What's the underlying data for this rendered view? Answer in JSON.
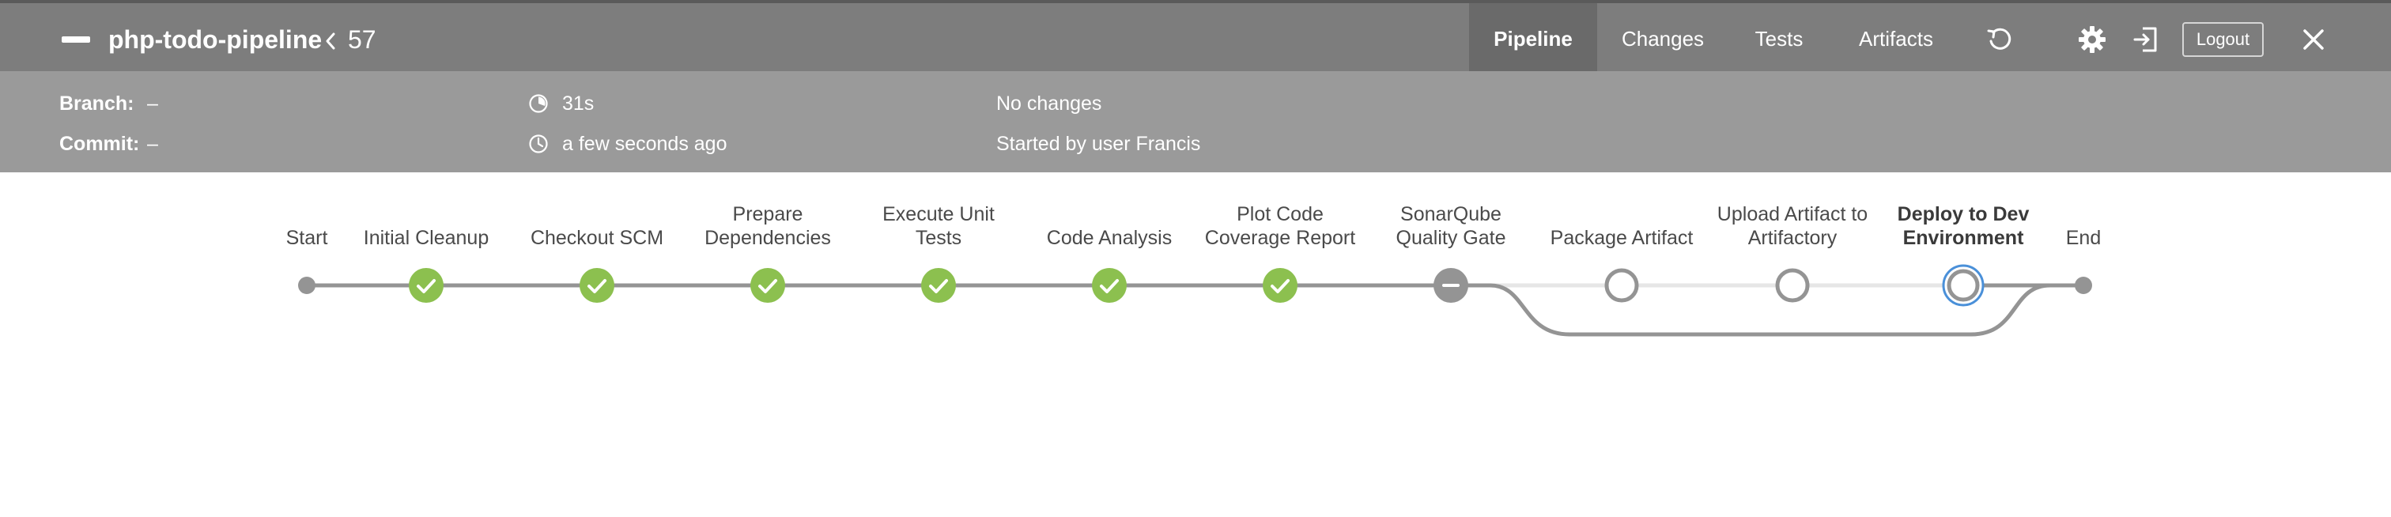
{
  "header": {
    "pipeline_name": "php-todo-pipeline",
    "run_number": "57",
    "nav": [
      {
        "label": "Pipeline",
        "active": true
      },
      {
        "label": "Changes",
        "active": false
      },
      {
        "label": "Tests",
        "active": false
      },
      {
        "label": "Artifacts",
        "active": false
      }
    ],
    "logout_label": "Logout",
    "icons": [
      "status-dash-icon",
      "chevron-left-icon",
      "replay-icon",
      "gear-icon",
      "exit-icon",
      "close-icon"
    ]
  },
  "summary": {
    "branch_label": "Branch:",
    "branch_value": "–",
    "commit_label": "Commit:",
    "commit_value": "–",
    "duration": "31s",
    "time": "a few seconds ago",
    "changes": "No changes",
    "started_by": "Started by user Francis"
  },
  "stages": [
    {
      "name": "Start",
      "lines": [
        "Start"
      ],
      "status": "endpoint"
    },
    {
      "name": "Initial Cleanup",
      "lines": [
        "Initial Cleanup"
      ],
      "status": "success"
    },
    {
      "name": "Checkout SCM",
      "lines": [
        "Checkout SCM"
      ],
      "status": "success"
    },
    {
      "name": "Prepare Dependencies",
      "lines": [
        "Prepare",
        "Dependencies"
      ],
      "status": "success"
    },
    {
      "name": "Execute Unit Tests",
      "lines": [
        "Execute Unit",
        "Tests"
      ],
      "status": "success"
    },
    {
      "name": "Code Analysis",
      "lines": [
        "Code Analysis"
      ],
      "status": "success"
    },
    {
      "name": "Plot Code Coverage Report",
      "lines": [
        "Plot Code",
        "Coverage Report"
      ],
      "status": "success"
    },
    {
      "name": "SonarQube Quality Gate",
      "lines": [
        "SonarQube",
        "Quality Gate"
      ],
      "status": "aborted"
    },
    {
      "name": "Package Artifact",
      "lines": [
        "Package Artifact"
      ],
      "status": "not-built"
    },
    {
      "name": "Upload Artifact to Artifactory",
      "lines": [
        "Upload Artifact to",
        "Artifactory"
      ],
      "status": "not-built"
    },
    {
      "name": "Deploy to Dev Environment",
      "lines": [
        "Deploy to Dev",
        "Environment"
      ],
      "status": "selected"
    },
    {
      "name": "End",
      "lines": [
        "End"
      ],
      "status": "endpoint"
    }
  ],
  "colors": {
    "header_bg": "#7d7d7d",
    "subheader_bg": "#9a9a9a",
    "success": "#8cc04f",
    "aborted": "#949494",
    "not_built_stroke": "#949494",
    "selected_ring": "#4a90d9",
    "connector": "#949494",
    "connector_light": "#e6e6e6"
  }
}
